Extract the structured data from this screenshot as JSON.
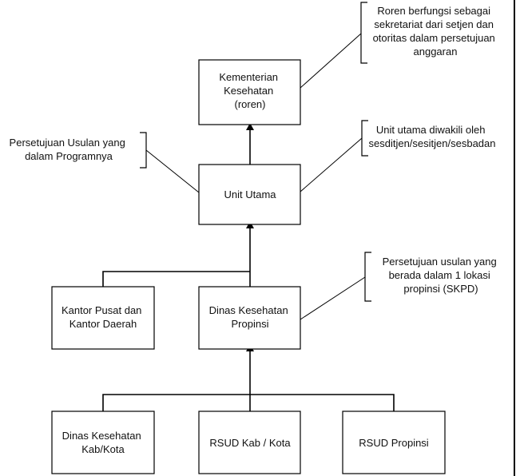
{
  "boxes": {
    "kemenkes": [
      "Kementerian",
      "Kesehatan",
      "(roren)"
    ],
    "unit_utama": [
      "Unit Utama"
    ],
    "kantor_pusat": [
      "Kantor Pusat dan",
      "Kantor Daerah"
    ],
    "dinkes_propinsi": [
      "Dinas Kesehatan",
      "Propinsi"
    ],
    "dinkes_kabkota": [
      "Dinas Kesehatan",
      "Kab/Kota"
    ],
    "rsud_kabkota": [
      "RSUD Kab / Kota"
    ],
    "rsud_propinsi": [
      "RSUD Propinsi"
    ]
  },
  "notes": {
    "roren": [
      "Roren berfungsi sebagai",
      "sekretariat dari setjen dan",
      "otoritas dalam persetujuan",
      "anggaran"
    ],
    "persetujuan_usulan": [
      "Persetujuan Usulan yang",
      "dalam Programnya"
    ],
    "unit_utama_note": [
      "Unit utama diwakili oleh",
      "sesditjen/sesitjen/sesbadan"
    ],
    "skpd": [
      "Persetujuan usulan yang",
      "berada dalam 1 lokasi",
      "propinsi (SKPD)"
    ]
  }
}
